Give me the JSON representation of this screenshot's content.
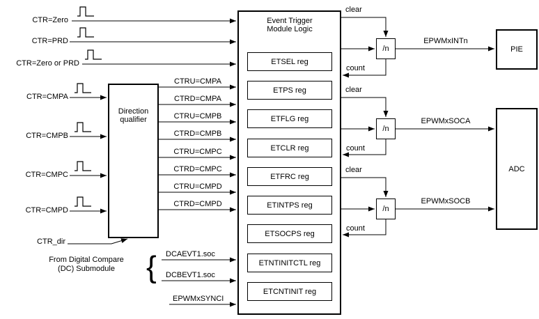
{
  "diagram": {
    "top_inputs": [
      {
        "label": "CTR=Zero"
      },
      {
        "label": "CTR=PRD"
      },
      {
        "label": "CTR=Zero or PRD"
      }
    ],
    "cmp_inputs": [
      {
        "label": "CTR=CMPA"
      },
      {
        "label": "CTR=CMPB"
      },
      {
        "label": "CTR=CMPC"
      },
      {
        "label": "CTR=CMPD"
      }
    ],
    "ctr_dir_label": "CTR_dir",
    "dq": {
      "title": "Direction qualifier",
      "outputs": [
        {
          "label": "CTRU=CMPA"
        },
        {
          "label": "CTRD=CMPA"
        },
        {
          "label": "CTRU=CMPB"
        },
        {
          "label": "CTRD=CMPB"
        },
        {
          "label": "CTRU=CMPC"
        },
        {
          "label": "CTRD=CMPC"
        },
        {
          "label": "CTRU=CMPD"
        },
        {
          "label": "CTRD=CMPD"
        }
      ]
    },
    "dc_group": {
      "caption_line1": "From Digital Compare",
      "caption_line2": "(DC) Submodule",
      "brace": "{",
      "signals": [
        {
          "label": "DCAEVT1.soc"
        },
        {
          "label": "DCBEVT1.soc"
        }
      ]
    },
    "sync_label": "EPWMxSYNCI",
    "etm": {
      "title_line1": "Event Trigger",
      "title_line2": "Module Logic",
      "registers": [
        {
          "label": "ETSEL reg"
        },
        {
          "label": "ETPS reg"
        },
        {
          "label": "ETFLG reg"
        },
        {
          "label": "ETCLR reg"
        },
        {
          "label": "ETFRC reg"
        },
        {
          "label": "ETINTPS reg"
        },
        {
          "label": "ETSOCPS reg"
        },
        {
          "label": "ETNTINITCTL reg"
        },
        {
          "label": "ETCNTINIT reg"
        }
      ]
    },
    "out_groups": [
      {
        "clear": "clear",
        "count": "count",
        "div": "/n",
        "signal": "EPWMxINTn"
      },
      {
        "clear": "clear",
        "count": "count",
        "div": "/n",
        "signal": "EPWMxSOCA"
      },
      {
        "clear": "clear",
        "count": "count",
        "div": "/n",
        "signal": "EPWMxSOCB"
      }
    ],
    "pie_label": "PIE",
    "adc_label": "ADC"
  }
}
